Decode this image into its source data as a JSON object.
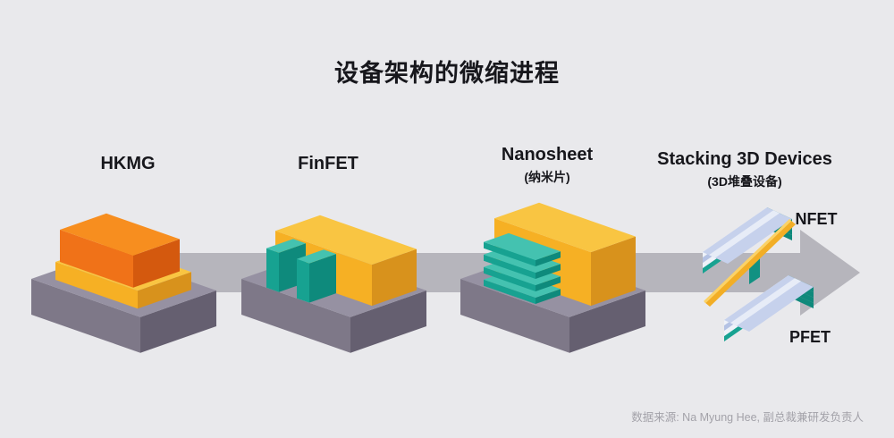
{
  "title": "设备架构的微缩进程",
  "stages": [
    {
      "label": "HKMG"
    },
    {
      "label": "FinFET"
    },
    {
      "label": "Nanosheet",
      "sublabel": "(纳米片)"
    },
    {
      "label": "Stacking 3D Devices",
      "sublabel": "(3D堆叠设备)"
    }
  ],
  "stack_labels": {
    "top": "NFET",
    "bottom": "PFET"
  },
  "source_note": "数据来源: Na Myung Hee, 副总裁兼研发负责人",
  "colors": {
    "background": "#e9e9ec",
    "arrow": "#b6b5bc",
    "substrate_gray": "#7e7888",
    "gate_yellow": "#f6b024",
    "hkmg_orange": "#f07218",
    "channel_teal": "#17a291",
    "stack_periwinkle": "#b4c2e4",
    "text": "#17171c",
    "source_text": "#a3a2a9"
  }
}
